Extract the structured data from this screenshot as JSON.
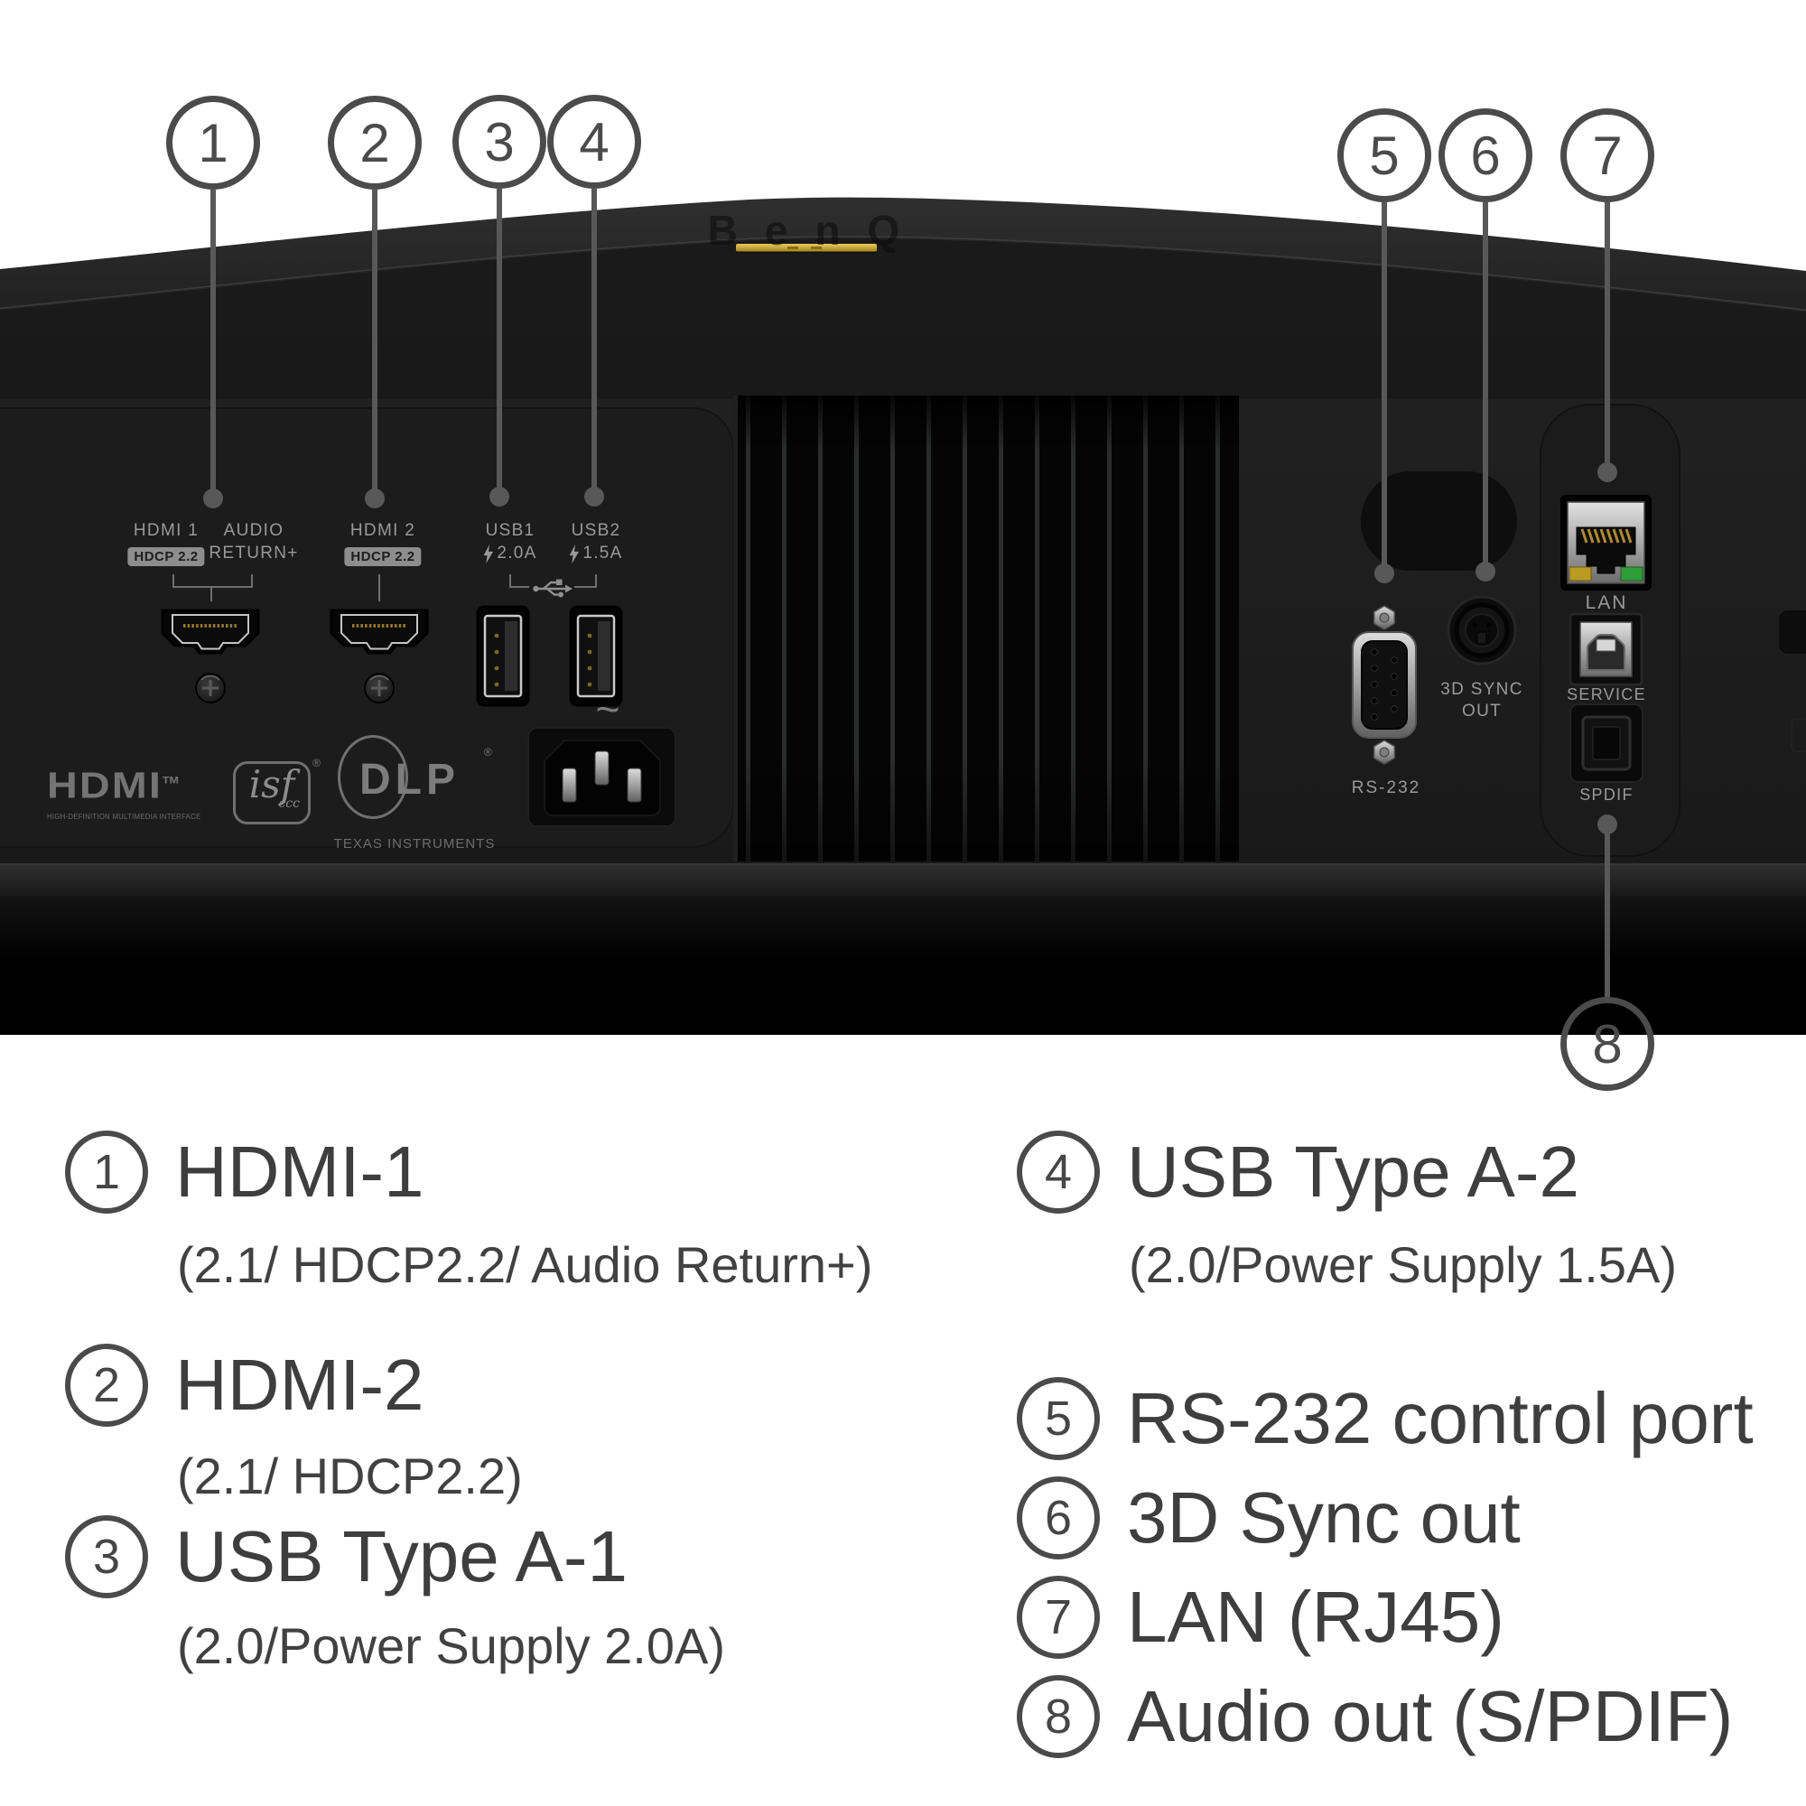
{
  "colors": {
    "background": "#ffffff",
    "outline": "#4a4a4a",
    "leader_line": "#585858",
    "panel_text": "#999999",
    "legend_text": "#3e3e3e",
    "gold_accent": "#d2ae3a",
    "lan_led_yellow": "#ba9b22",
    "lan_led_green": "#2f9e38",
    "bottom_band": "#000000"
  },
  "brand": {
    "name": "BenQ"
  },
  "rear_panel": {
    "hdmi1": {
      "name": "HDMI 1",
      "badge": "HDCP 2.2",
      "aux1": "AUDIO",
      "aux2": "RETURN+"
    },
    "hdmi2": {
      "name": "HDMI 2",
      "badge": "HDCP 2.2"
    },
    "usb1": {
      "name": "USB1",
      "amp": "2.0A"
    },
    "usb2": {
      "name": "USB2",
      "amp": "1.5A"
    },
    "ac": {
      "tilde": "~"
    },
    "rs232": {
      "label": "RS-232"
    },
    "sync": {
      "line1": "3D SYNC",
      "line2": "OUT"
    },
    "lan": {
      "label": "LAN"
    },
    "service": {
      "label": "SERVICE"
    },
    "spdif": {
      "label": "SPDIF"
    },
    "logos": {
      "hdmi": {
        "word": "HDMI",
        "tm": "TM",
        "caption": "HIGH-DEFINITION MULTIMEDIA INTERFACE"
      },
      "isf": {
        "word": "isf",
        "sub": "ccc",
        "reg": "®"
      },
      "dlp": {
        "word": "DLP",
        "reg": "®",
        "caption": "TEXAS INSTRUMENTS"
      }
    }
  },
  "legend": {
    "items": [
      {
        "num": "1",
        "title": "HDMI-1",
        "sub": "(2.1/ HDCP2.2/ Audio Return+)"
      },
      {
        "num": "2",
        "title": "HDMI-2",
        "sub": "(2.1/ HDCP2.2)"
      },
      {
        "num": "3",
        "title": "USB Type A-1",
        "sub": "(2.0/Power Supply 2.0A)"
      },
      {
        "num": "4",
        "title": "USB Type A-2",
        "sub": "(2.0/Power Supply 1.5A)"
      },
      {
        "num": "5",
        "title": "RS-232 control port",
        "sub": ""
      },
      {
        "num": "6",
        "title": "3D Sync out",
        "sub": ""
      },
      {
        "num": "7",
        "title": "LAN (RJ45)",
        "sub": ""
      },
      {
        "num": "8",
        "title": "Audio out (S/PDIF)",
        "sub": ""
      }
    ]
  }
}
